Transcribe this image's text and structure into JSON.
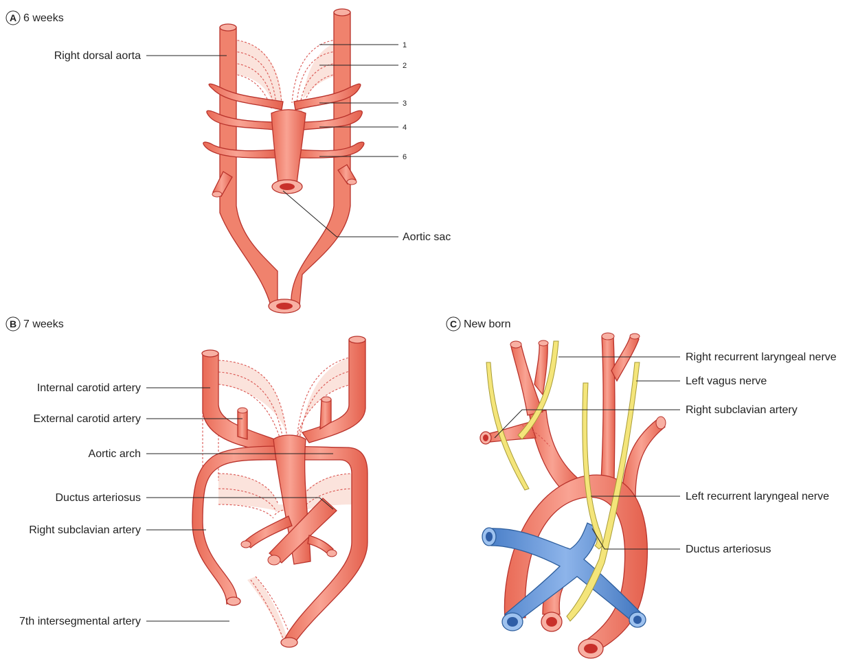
{
  "panels": {
    "a": {
      "letter": "A",
      "title": "6 weeks"
    },
    "b": {
      "letter": "B",
      "title": "7 weeks"
    },
    "c": {
      "letter": "C",
      "title": "New born"
    }
  },
  "labels_a": {
    "right_dorsal_aorta": "Right dorsal aorta",
    "aortic_sac": "Aortic sac",
    "arches": [
      "1",
      "2",
      "3",
      "4",
      "6"
    ]
  },
  "labels_b": {
    "internal_carotid": "Internal carotid artery",
    "external_carotid": "External carotid artery",
    "aortic_arch": "Aortic arch",
    "ductus": "Ductus arteriosus",
    "right_subclavian": "Right subclavian artery",
    "seventh_intersegmental": "7th intersegmental artery"
  },
  "labels_c": {
    "right_recurrent": "Right recurrent laryngeal nerve",
    "left_vagus": "Left vagus nerve",
    "right_subclavian": "Right subclavian artery",
    "left_recurrent": "Left recurrent laryngeal nerve",
    "ductus": "Ductus arteriosus"
  },
  "colors": {
    "artery": "#f0826d",
    "artery_outline": "#b8322b",
    "regressed": "#fbe3dc",
    "vein": "#5b8fd6",
    "nerve": "#f4e57a"
  }
}
